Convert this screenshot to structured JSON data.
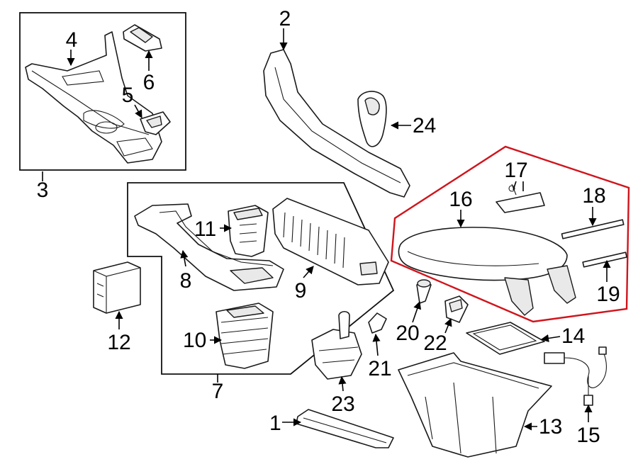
{
  "diagram": {
    "highlight_color": "#d0141c",
    "labels": {
      "p1": "1",
      "p2": "2",
      "p3": "3",
      "p4": "4",
      "p5": "5",
      "p6": "6",
      "p7": "7",
      "p8": "8",
      "p9": "9",
      "p10": "10",
      "p11": "11",
      "p12": "12",
      "p13": "13",
      "p14": "14",
      "p15": "15",
      "p16": "16",
      "p17": "17",
      "p18": "18",
      "p19": "19",
      "p20": "20",
      "p21": "21",
      "p22": "22",
      "p23": "23",
      "p24": "24"
    }
  }
}
